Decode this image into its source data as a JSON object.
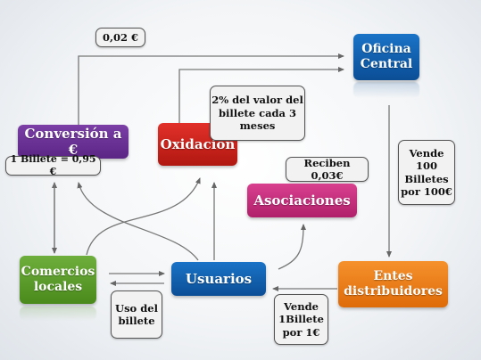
{
  "nodes": {
    "oficina": "Oficina Central",
    "conversion": "Conversión a €",
    "oxidacion": "Oxidación",
    "asociaciones": "Asociaciones",
    "comercios": "Comercios locales",
    "usuarios": "Usuarios",
    "entes": "Entes distribuidores"
  },
  "notes": {
    "amount": "0,02 €",
    "oxi_rate": "2% del valor del billete cada 3 meses",
    "billete_rate": "1 Billete = 0,95 €",
    "reciben": "Reciben 0,03€",
    "vende100": "Vende 100 Billetes por 100€",
    "uso": "Uso del billete",
    "vende1": "Vende 1Billete por 1€"
  },
  "colors": {
    "oficina": "#0b4e96",
    "conversion": "#5a2585",
    "oxidacion": "#b01810",
    "asociaciones": "#b0206a",
    "comercios": "#4a8a1c",
    "usuarios": "#0b4e96",
    "entes": "#de6b08",
    "arrow": "#666666"
  }
}
